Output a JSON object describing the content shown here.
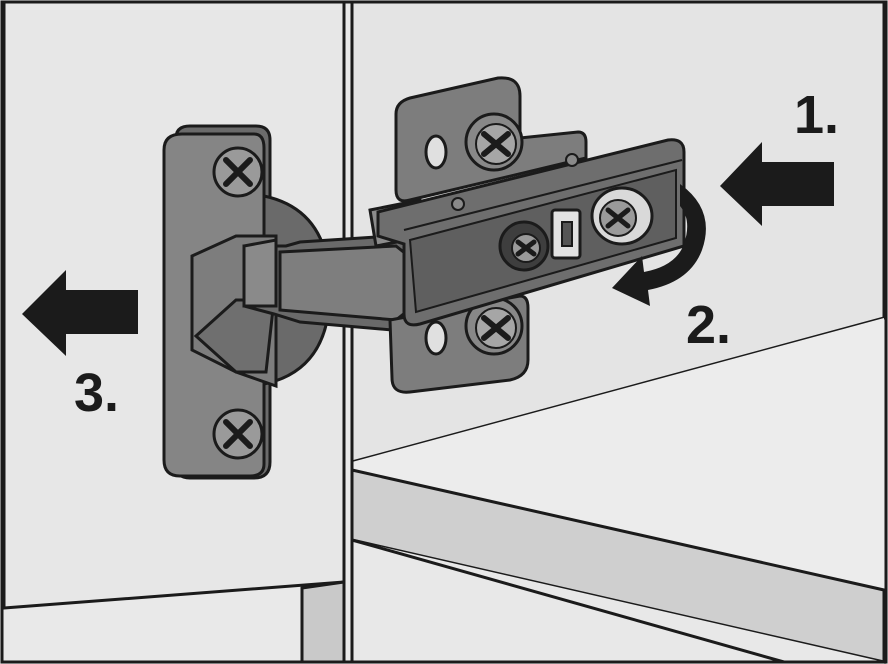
{
  "steps": [
    {
      "number": "1.",
      "action": "push-in"
    },
    {
      "number": "2.",
      "action": "rotate"
    },
    {
      "number": "3.",
      "action": "pull-out"
    }
  ],
  "colors": {
    "background_panel": "#e9e9e9",
    "cabinet_side": "#e3e3e3",
    "shelf_edge": "#cfcfcf",
    "metal_dark": "#5e5e5e",
    "metal_mid": "#7a7a7a",
    "metal_light": "#9a9a9a",
    "outline": "#1b1b1b",
    "arrow": "#1b1b1b"
  },
  "icons": [
    "screw-icon",
    "arrow-right-icon",
    "arrow-left-icon",
    "rotate-arrow-icon"
  ]
}
